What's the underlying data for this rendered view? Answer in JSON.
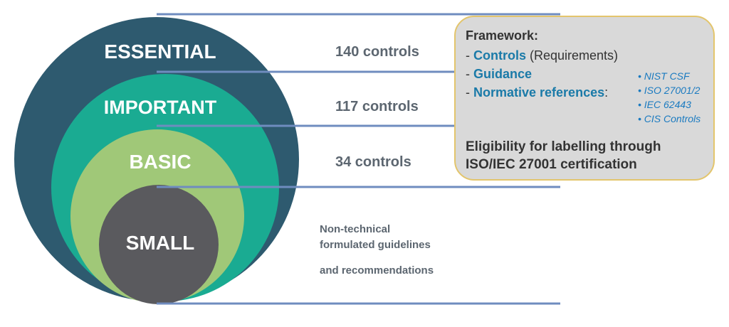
{
  "diagram": {
    "tiers": [
      {
        "name": "ESSENTIAL",
        "controls": "140 controls",
        "color": "#2e5a6f"
      },
      {
        "name": "IMPORTANT",
        "controls": "117 controls",
        "color": "#1aab92"
      },
      {
        "name": "BASIC",
        "controls": "34 controls",
        "color": "#a0c878"
      },
      {
        "name": "SMALL",
        "color": "#5a5a5e"
      }
    ],
    "small_note": {
      "line1": "Non-technical",
      "line2": "formulated guidelines",
      "line3": "and recommendations"
    },
    "line_color": "#6f8cbf"
  },
  "framework": {
    "title": "Framework:",
    "items": [
      {
        "prefix": "- ",
        "strong": "Controls",
        "rest": " (Requirements)"
      },
      {
        "prefix": "- ",
        "strong": "Guidance",
        "rest": ""
      },
      {
        "prefix": "- ",
        "strong": "Normative references",
        "rest": ":"
      }
    ],
    "references": [
      "• NIST CSF",
      "• ISO 27001/2",
      "• IEC 62443",
      "• CIS Controls"
    ],
    "eligibility": {
      "line1": "Eligibility for labelling through",
      "line2": "ISO/IEC 27001 certification"
    },
    "box_color": "#d9d9d9",
    "border_color": "#e3c56c",
    "accent_color": "#1a7aa8"
  }
}
